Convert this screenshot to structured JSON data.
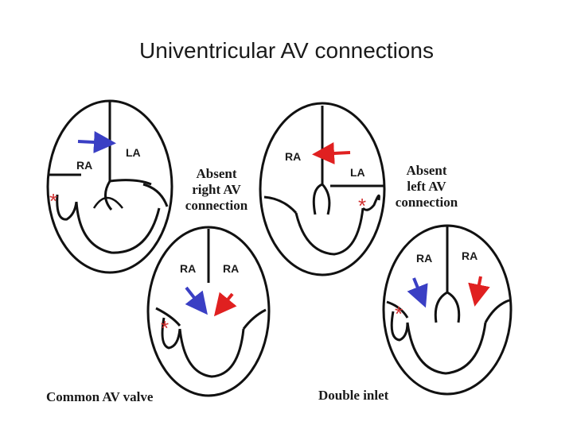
{
  "slide": {
    "title": "Univentricular AV connections"
  },
  "captions": {
    "absent_right_line1": "Absent",
    "absent_right_line2": "right AV",
    "absent_right_line3": "connection",
    "absent_left_line1": "Absent",
    "absent_left_line2": "left AV",
    "absent_left_line3": "connection",
    "common_valve": "Common AV valve",
    "double_inlet": "Double inlet"
  },
  "hearts": {
    "absent_right": {
      "label_ra": "RA",
      "label_la": "LA",
      "marker": "*"
    },
    "absent_left": {
      "label_ra": "RA",
      "label_la": "LA",
      "marker": "*"
    },
    "common_valve": {
      "label_ra_left": "RA",
      "label_ra_right": "RA",
      "marker": "*"
    },
    "double_inlet": {
      "label_ra_left": "RA",
      "label_ra_right": "RA",
      "marker": "*"
    }
  },
  "colors": {
    "blue_arrow": "#3a3fc4",
    "red_arrow": "#e02020",
    "marker": "#d03030",
    "outline": "#111111"
  }
}
